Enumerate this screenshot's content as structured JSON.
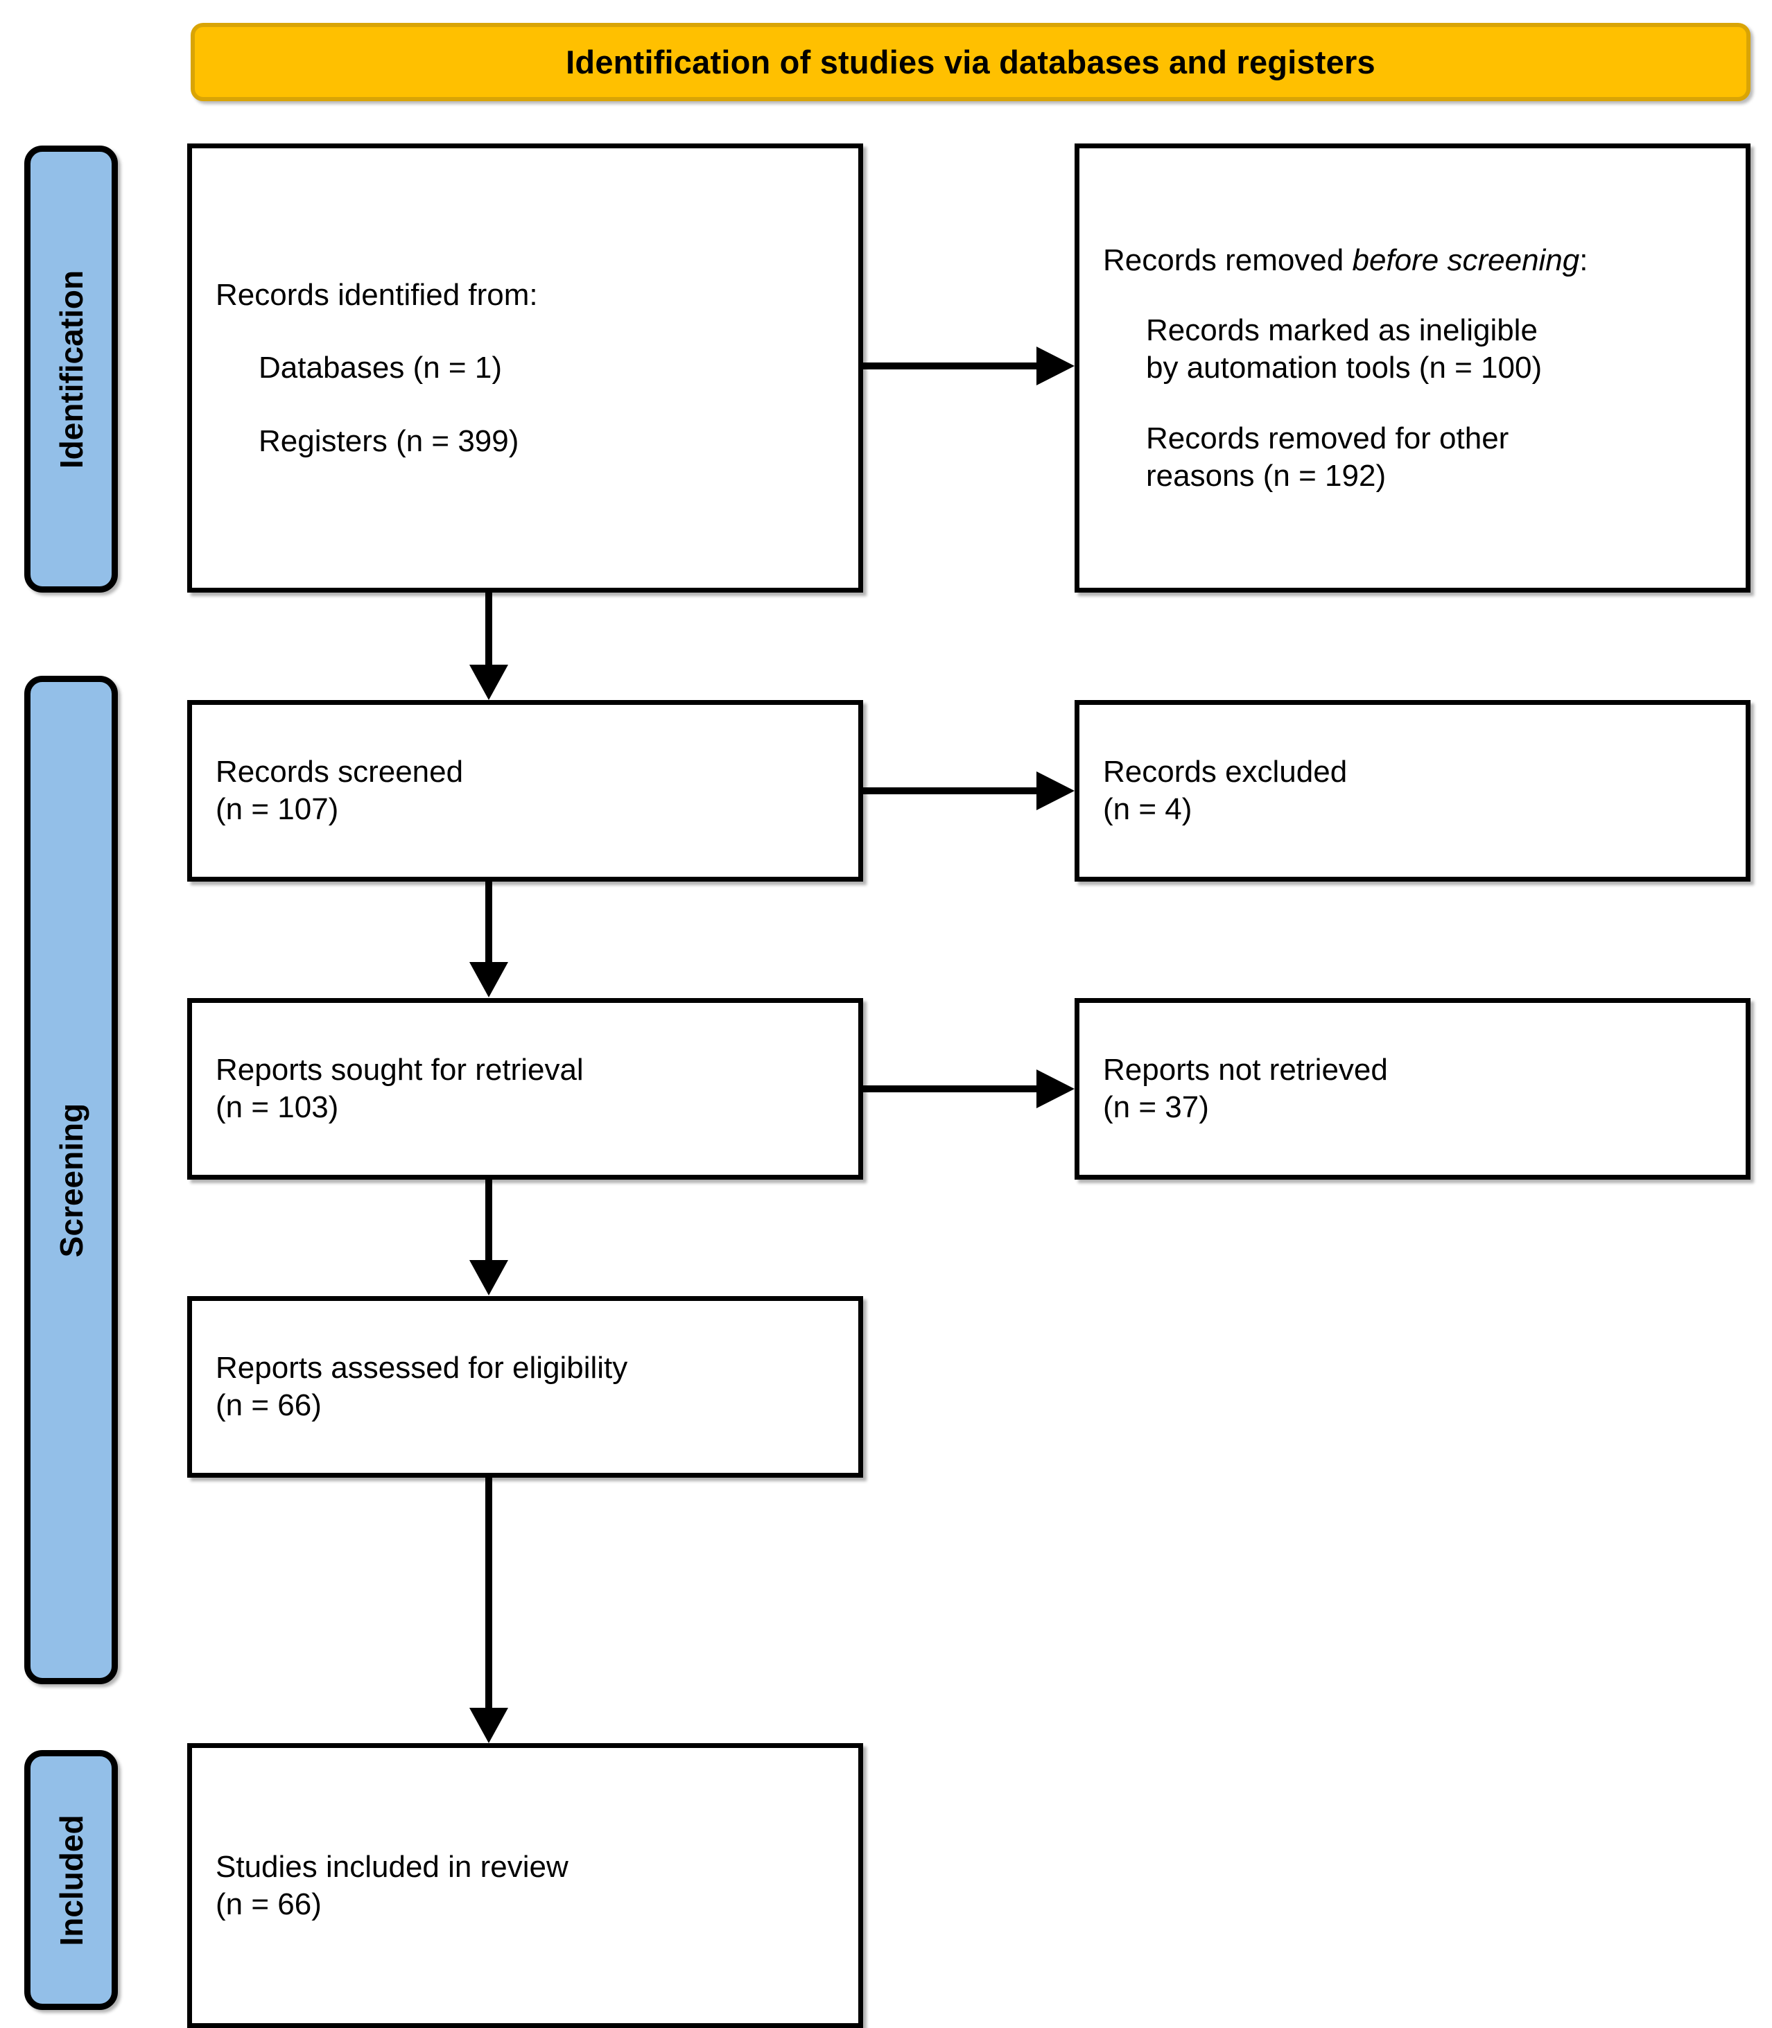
{
  "diagram": {
    "title": "Identification of studies via databases and registers",
    "type": "prisma-flow-diagram"
  },
  "colors": {
    "banner_fill": "#FFC000",
    "banner_border": "#D9A406",
    "stage_fill": "#93BFE8",
    "box_border": "#000000",
    "box_fill": "#FFFFFF",
    "text": "#000000"
  },
  "stages": [
    {
      "id": "identification",
      "label": "Identification"
    },
    {
      "id": "screening",
      "label": "Screening"
    },
    {
      "id": "included",
      "label": "Included"
    }
  ],
  "boxes": {
    "identified": {
      "heading": "Records identified from:",
      "item1": "Databases (n = 1)",
      "item2": "Registers (n = 399)"
    },
    "removed_before": {
      "heading_part1": "Records removed ",
      "heading_em": "before screening",
      "heading_part2": ":",
      "item1_line1": "Records marked as ineligible",
      "item1_line2": "by automation tools (n = 100)",
      "item2_line1": "Records removed for other",
      "item2_line2": "reasons (n = 192)"
    },
    "screened": {
      "label": "Records screened",
      "count": "(n = 107)"
    },
    "excluded": {
      "label": "Records excluded",
      "count": "(n = 4)"
    },
    "sought": {
      "label": "Reports sought for retrieval",
      "count": "(n = 103)"
    },
    "not_retrieved": {
      "label": "Reports not retrieved",
      "count": "(n = 37)"
    },
    "assessed": {
      "label": "Reports assessed for eligibility",
      "count": "(n = 66)"
    },
    "included": {
      "label": "Studies included in review",
      "count": "(n = 66)"
    }
  },
  "flow_data": {
    "records_identified_databases": 1,
    "records_identified_registers": 399,
    "records_marked_ineligible_by_automation": 100,
    "records_removed_other_reasons": 192,
    "records_screened": 107,
    "records_excluded": 4,
    "reports_sought_for_retrieval": 103,
    "reports_not_retrieved": 37,
    "reports_assessed_for_eligibility": 66,
    "studies_included_in_review": 66
  }
}
